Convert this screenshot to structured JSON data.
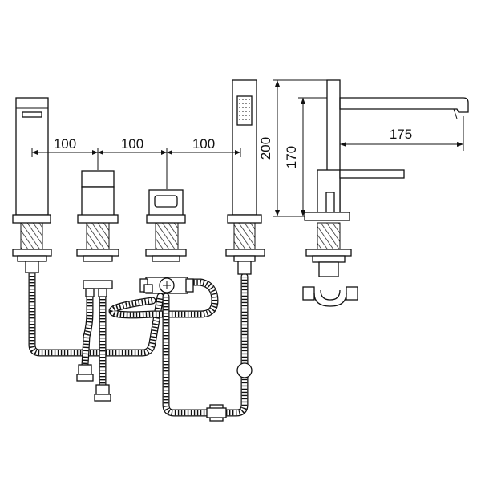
{
  "dimensions": {
    "spacing_1": "100",
    "spacing_2": "100",
    "spacing_3": "100",
    "spout_reach": "175",
    "total_height": "200",
    "spout_height": "170"
  }
}
